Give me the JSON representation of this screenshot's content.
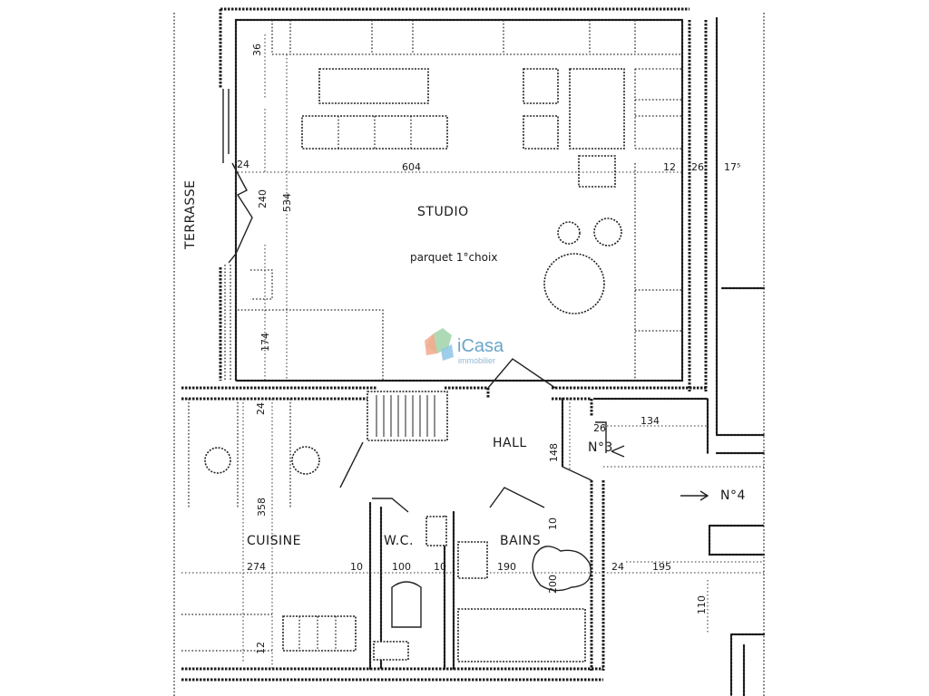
{
  "rooms": {
    "studio": "STUDIO",
    "studio_note": "parquet 1°choix",
    "hall": "HALL",
    "cuisine": "CUISINE",
    "wc": "W.C.",
    "bains": "BAINS",
    "terrasse": "TERRASSE"
  },
  "units": {
    "n3": "N°3",
    "n4": "N°4"
  },
  "dimensions": {
    "d36": "36",
    "d604": "604",
    "d12a": "12",
    "d26": "26",
    "d175": "17⁵",
    "d24a": "24",
    "d240": "240",
    "d534": "534",
    "d174": "174",
    "d24b": "24",
    "d134": "134",
    "d26b": "26",
    "d148": "148",
    "d358": "358",
    "d274": "274",
    "d10a": "10",
    "d100": "100",
    "d10b": "10",
    "d190": "190",
    "d10c": "10",
    "d200": "200",
    "d24c": "24",
    "d195": "195",
    "d110": "110",
    "d12b": "12"
  },
  "watermark": {
    "name": "iCasa",
    "sub": "immobilier"
  }
}
